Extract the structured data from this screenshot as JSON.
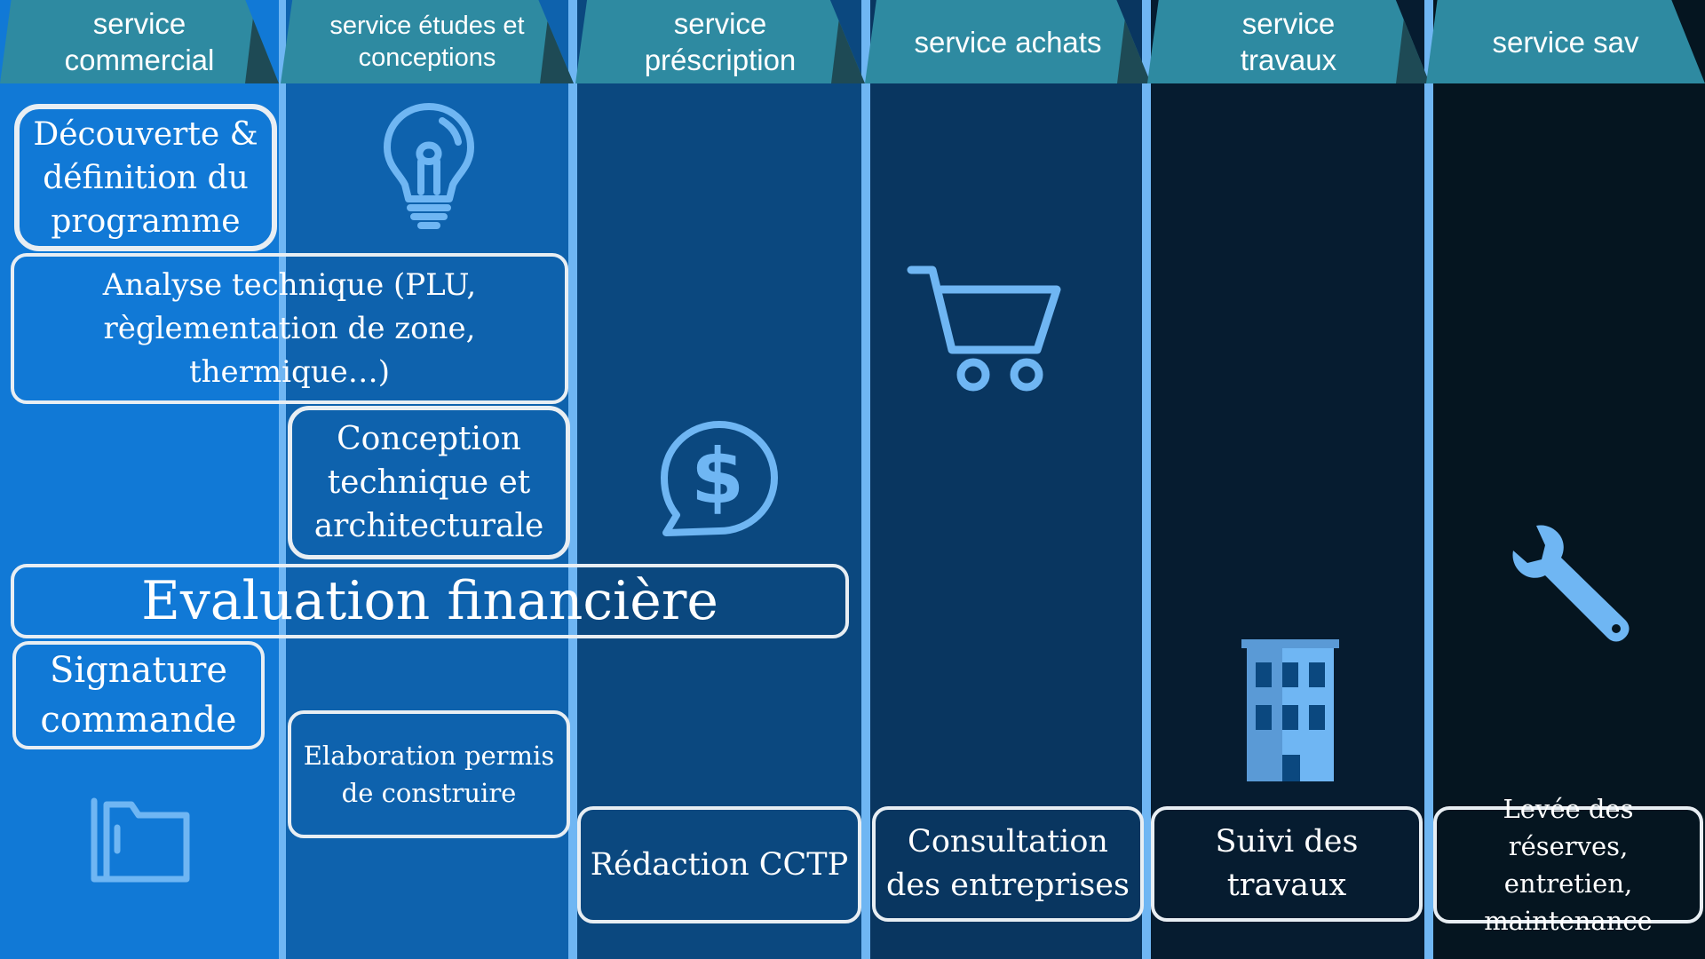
{
  "diagram": {
    "lanes": [
      {
        "label": "service commercial",
        "color": "#1179d6"
      },
      {
        "label": "service études et conceptions",
        "color": "#0e62ad"
      },
      {
        "label": "service préscription",
        "color": "#0b487f"
      },
      {
        "label": "service achats",
        "color": "#093660"
      },
      {
        "label": "service travaux",
        "color": "#061c30"
      },
      {
        "label": "service sav",
        "color": "#051520"
      }
    ],
    "header_color": "#2e8aa1",
    "separator_color": "#6fb6f3",
    "boxes": {
      "decouverte": "Découverte & définition du programme",
      "analyse": "Analyse technique (PLU, règlementation de zone, thermique…)",
      "conception": "Conception technique et architecturale",
      "evaluation": "Evaluation financière",
      "signature": "Signature commande",
      "permis": "Elaboration permis de construire",
      "cctp": "Rédaction CCTP",
      "consultation": "Consultation des entreprises",
      "suivi": "Suivi des travaux",
      "levee": "Levée des réserves, entretien, maintenance"
    },
    "icons": {
      "lightbulb": "lightbulb-icon",
      "cart": "shopping-cart-icon",
      "dollar": "dollar-chat-icon",
      "building": "building-icon",
      "wrench": "wrench-icon",
      "folder": "folder-icon"
    },
    "icon_color": "#6fb6f3"
  }
}
